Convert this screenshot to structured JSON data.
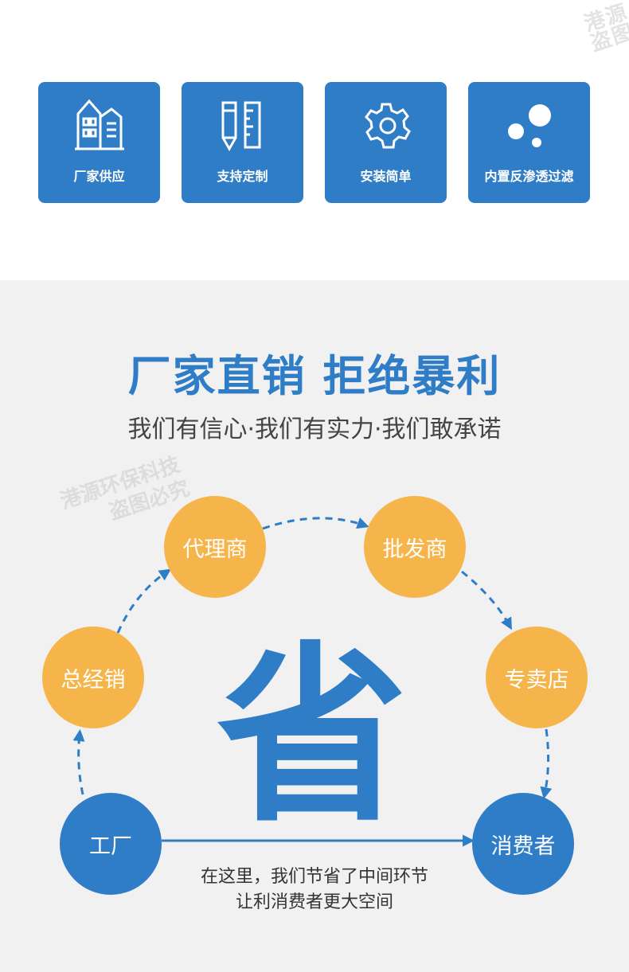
{
  "watermark": {
    "corner": "港源科技\n盗图必究",
    "line1": "港源环保科技",
    "line2": "盗图必究"
  },
  "features": [
    {
      "label": "厂家供应",
      "icon": "factory-icon"
    },
    {
      "label": "支持定制",
      "icon": "pencil-ruler-icon"
    },
    {
      "label": "安装简单",
      "icon": "gear-icon"
    },
    {
      "label": "内置反渗透过滤",
      "icon": "bubbles-icon"
    }
  ],
  "headline": "厂家直销 拒绝暴利",
  "subheadline": "我们有信心·我们有实力·我们敢承诺",
  "chain": {
    "factory": "工厂",
    "general_dealer": "总经销",
    "agent": "代理商",
    "wholesaler": "批发商",
    "store": "专卖店",
    "consumer": "消费者"
  },
  "big_char": "省",
  "note": {
    "line1": "在这里，我们节省了中间环节",
    "line2": "让利消费者更大空间"
  },
  "colors": {
    "blue": "#2f7dc7",
    "orange": "#f6b54a",
    "background": "#f1f1f1"
  }
}
